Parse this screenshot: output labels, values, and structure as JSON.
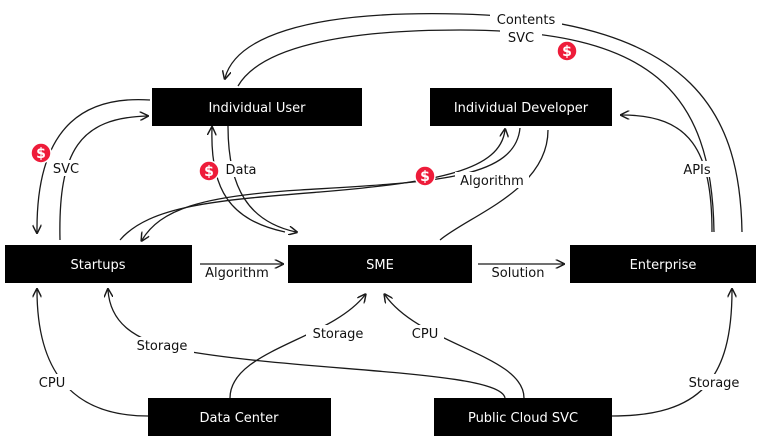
{
  "nodes": {
    "individual_user": "Individual User",
    "individual_developer": "Individual Developer",
    "startups": "Startups",
    "sme": "SME",
    "enterprise": "Enterprise",
    "data_center": "Data Center",
    "public_cloud": "Public Cloud SVC"
  },
  "edge_labels": {
    "contents": "Contents",
    "svc_top": "SVC",
    "svc_left": "SVC",
    "data": "Data",
    "algorithm_dev": "Algorithm",
    "apis": "APIs",
    "algorithm": "Algorithm",
    "solution": "Solution",
    "storage_sme": "Storage",
    "cpu_sme": "CPU",
    "storage_startups": "Storage",
    "cpu_startups": "CPU",
    "storage_enterprise": "Storage"
  },
  "payment_symbol": "$",
  "colors": {
    "node_fill": "#000000",
    "node_text": "#ffffff",
    "payment_marker": "#ee1c3a",
    "edge": "#1a1a1a"
  }
}
